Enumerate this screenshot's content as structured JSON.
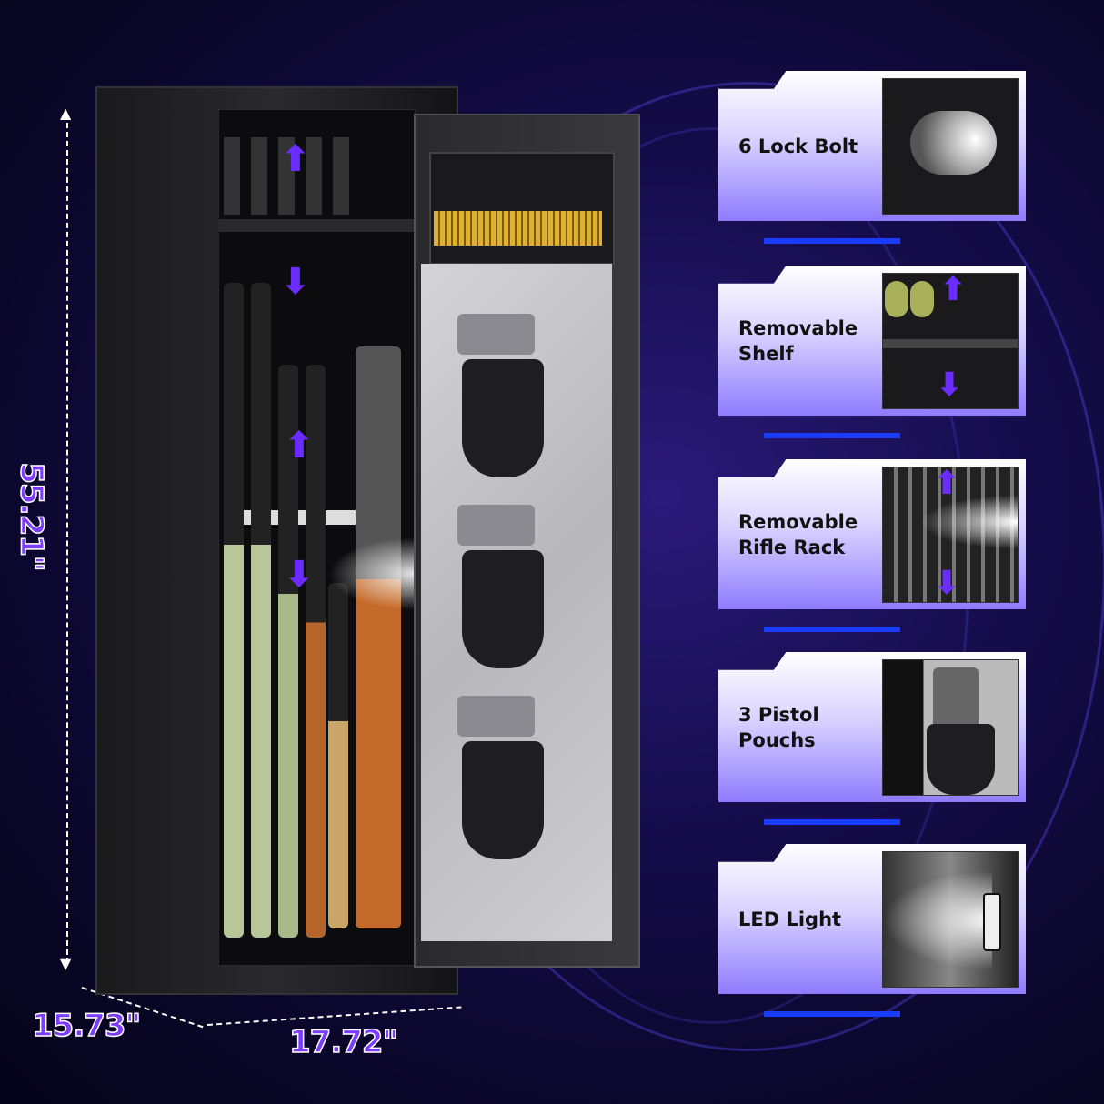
{
  "dimensions": {
    "height": "55.21\"",
    "depth": "15.73\"",
    "width": "17.72\""
  },
  "features": [
    {
      "label": "6 Lock Bolt",
      "icon": "lock-bolt-icon"
    },
    {
      "label": "Removable Shelf",
      "icon": "shelf-icon"
    },
    {
      "label": "Removable Rifle Rack",
      "icon": "rifle-rack-icon"
    },
    {
      "label": "3 Pistol Pouchs",
      "icon": "pistol-pouch-icon"
    },
    {
      "label": "LED Light",
      "icon": "led-light-icon"
    }
  ],
  "colors": {
    "background": "#0d0a2e",
    "accent": "#7b3cff",
    "card_gradient_end": "#8f7bff",
    "deco_blue": "#1a3cff"
  }
}
